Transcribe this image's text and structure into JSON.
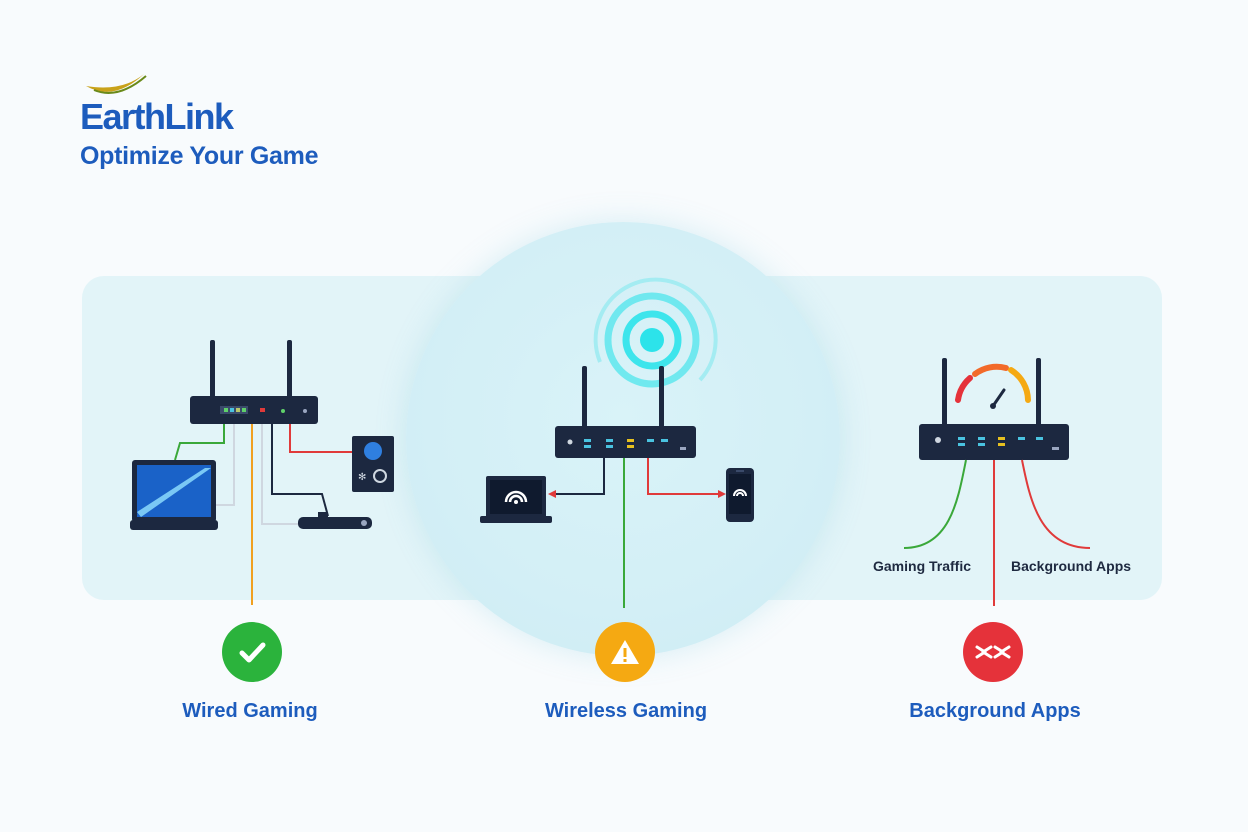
{
  "brand": {
    "logo_text": "EarthLink",
    "title": "Optimize Your Game"
  },
  "colors": {
    "brand_blue": "#1d5cbd",
    "router": "#1c2840",
    "ok_green": "#2bb33c",
    "warn_amber": "#f5a912",
    "bad_red": "#e5323a",
    "wire_green": "#3aa83a",
    "wire_red": "#e03a3a",
    "wire_orange": "#f0a020"
  },
  "sections": [
    {
      "id": "wired",
      "label": "Wired Gaming",
      "status": "ok",
      "icon": "check-icon"
    },
    {
      "id": "wireless",
      "label": "Wireless Gaming",
      "status": "warning",
      "icon": "warning-icon"
    },
    {
      "id": "background",
      "label": "Background Apps",
      "status": "bad",
      "icon": "double-x-icon",
      "traffic_labels": [
        "Gaming Traffic",
        "Background Apps"
      ]
    }
  ]
}
